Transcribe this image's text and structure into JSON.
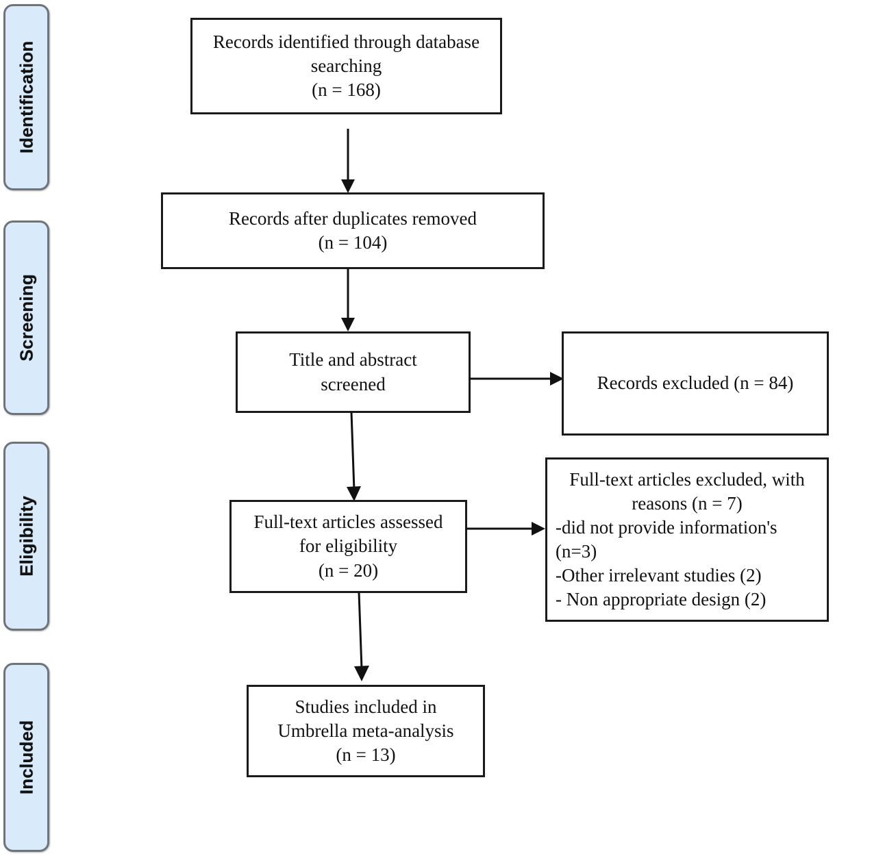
{
  "diagram": {
    "title": "PRISMA flow diagram",
    "type": "prisma-flowchart"
  },
  "stages": [
    {
      "label": "Identification"
    },
    {
      "label": "Screening"
    },
    {
      "label": "Eligibility"
    },
    {
      "label": "Included"
    }
  ],
  "boxes": {
    "identified": {
      "text": "Records identified through database\nsearching\n(n = 168)",
      "count": 168
    },
    "duplicates_removed": {
      "text": "Records after duplicates removed\n(n = 104)",
      "count": 104
    },
    "screened": {
      "text": "Title and abstract\nscreened"
    },
    "records_excluded": {
      "text": "Records excluded (n = 84)",
      "count": 84
    },
    "fulltext_assessed": {
      "text": "Full-text articles assessed\nfor eligibility\n(n = 20)",
      "count": 20
    },
    "fulltext_excluded": {
      "heading": "Full-text articles excluded, with\nreasons (n = 7)",
      "count": 7,
      "reasons": "-did not provide information's (n=3)\n-Other irrelevant studies (2)\n- Non appropriate design (2)"
    },
    "included": {
      "text": "Studies included in\nUmbrella meta-analysis\n(n = 13)",
      "count": 13
    }
  },
  "colors": {
    "stage_fill": "#d9eafb",
    "stage_border": "#6f7479",
    "box_border": "#1b1b1b",
    "text": "#111111",
    "background": "#ffffff"
  }
}
